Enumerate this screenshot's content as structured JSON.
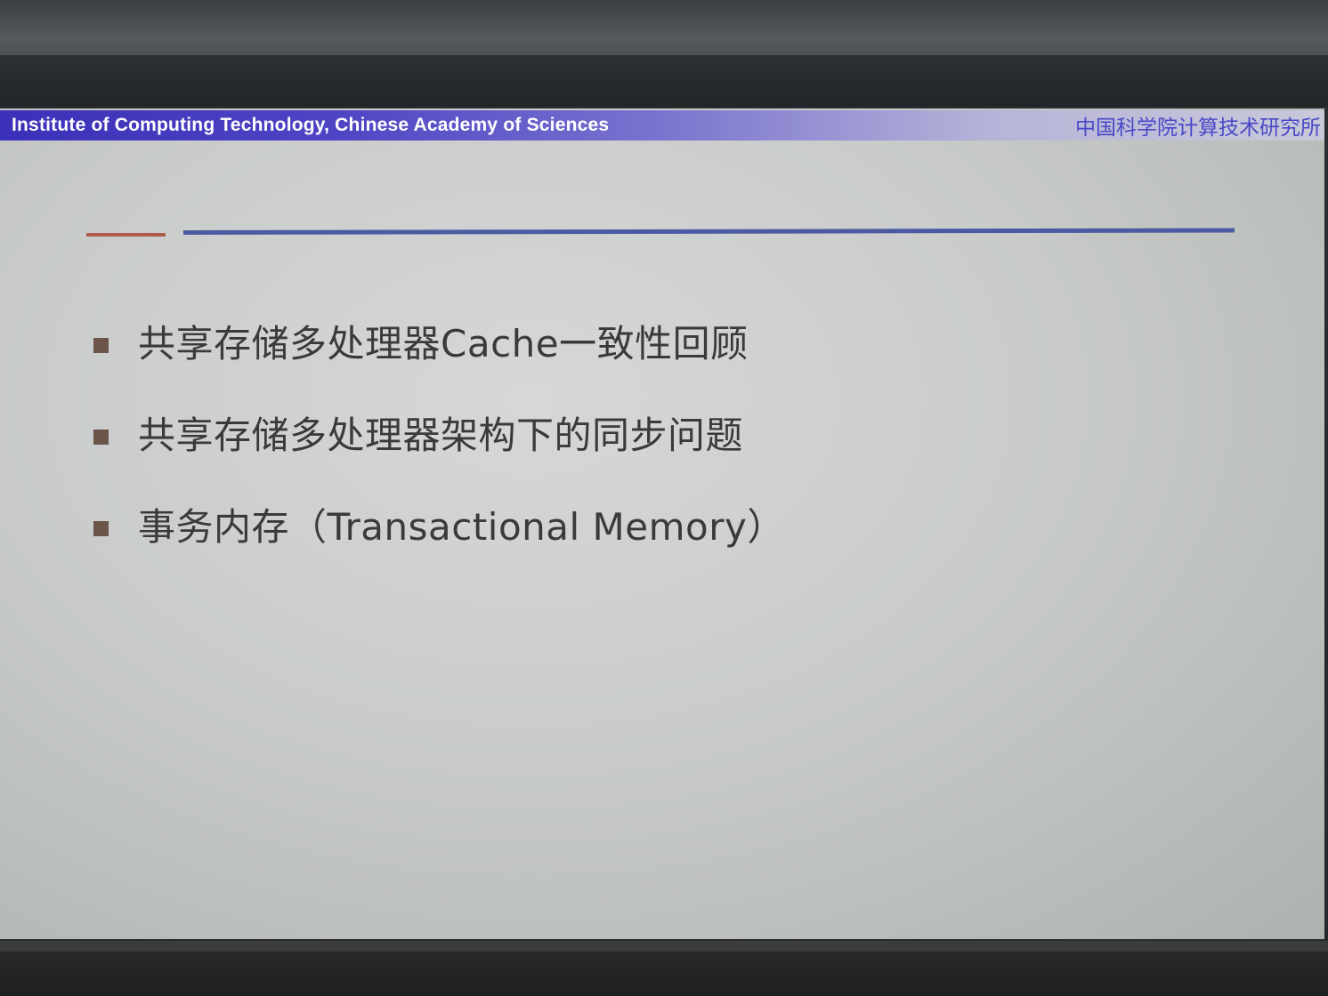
{
  "slide": {
    "header_left": "Institute of Computing Technology, Chinese Academy of Sciences",
    "header_right": "中国科学院计算技术研究所",
    "bullets": [
      "共享存储多处理器Cache一致性回顾",
      "共享存储多处理器架构下的同步问题",
      "事务内存（Transactional Memory）"
    ]
  },
  "colors": {
    "header_bar": "#3b30b8",
    "header_right_text": "#4a48c8",
    "rule_red": "#b05a4a",
    "rule_blue": "#4b5aa2",
    "bullet_mark": "#6b5548",
    "body_text": "#3a3a3a"
  }
}
